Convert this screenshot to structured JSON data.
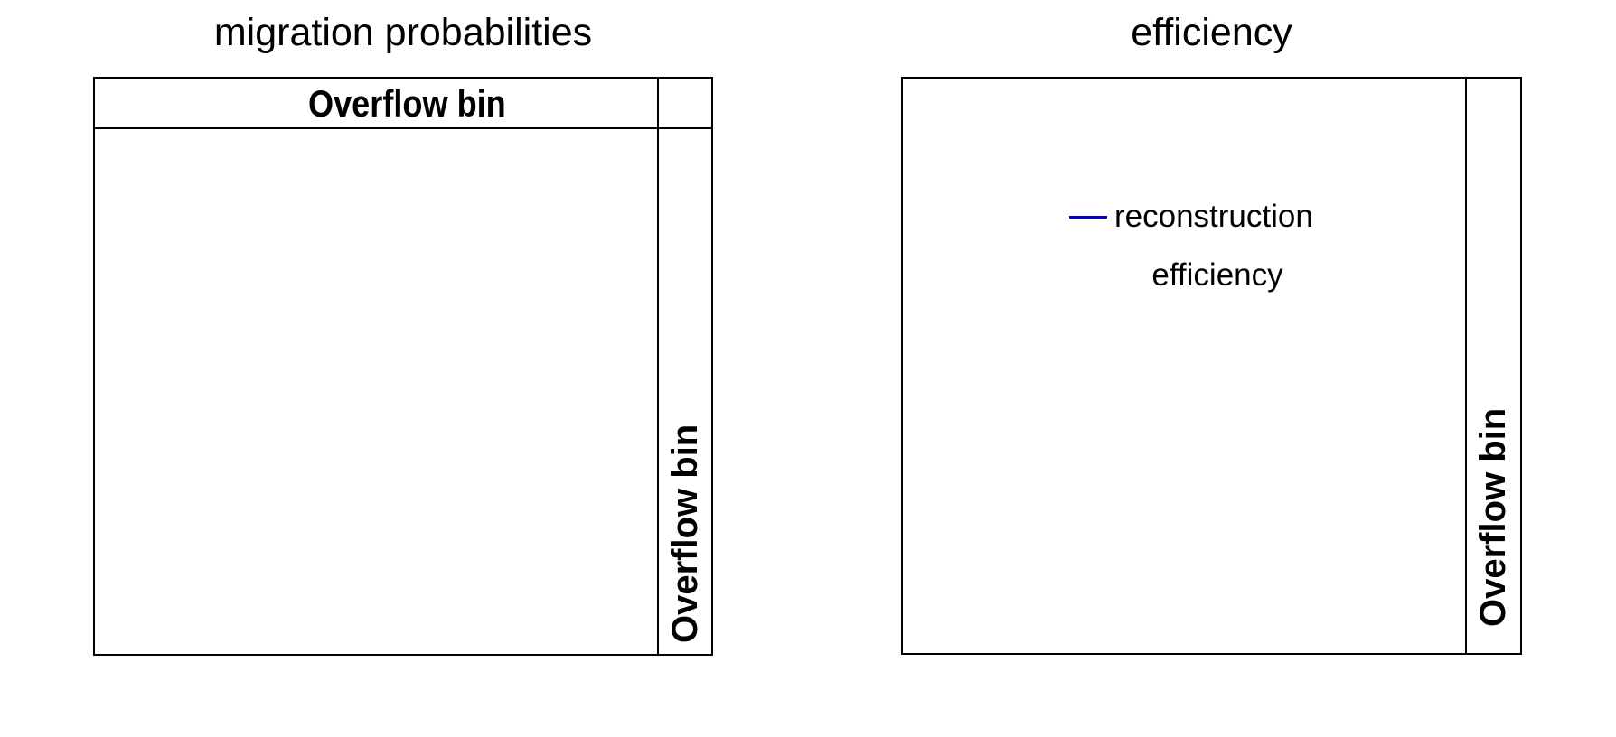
{
  "colors": {
    "background": "#ffffff",
    "foreground": "#000000",
    "legend_line": "#0000CC"
  },
  "left_panel": {
    "title": "migration probabilities",
    "header_cell_label": "Overflow bin",
    "overflow_column_label": "Overflow bin"
  },
  "right_panel": {
    "title": "efficiency",
    "overflow_column_label": "Overflow bin",
    "legend": {
      "entry_line1": "reconstruction",
      "entry_line2": "efficiency",
      "marker_color": "#0000CC"
    }
  },
  "chart_data": [
    {
      "type": "heatmap",
      "title": "migration probabilities",
      "x": [],
      "y": [],
      "values": [],
      "annotations": [
        "Overflow bin (top header cell)",
        "Overflow bin (rotated label in right overflow column)"
      ],
      "layout": {
        "grid": false,
        "overflow_column": true,
        "header_row": true,
        "notes": "empty frame, no data points drawn"
      }
    },
    {
      "type": "line",
      "title": "efficiency",
      "x": [],
      "series": [
        {
          "name": "reconstruction efficiency",
          "color": "#0000CC",
          "values": []
        }
      ],
      "legend_position": "upper center inside frame",
      "annotations": [
        "Overflow bin (rotated label in right overflow column)"
      ],
      "layout": {
        "grid": false,
        "overflow_column": true,
        "header_row": false,
        "notes": "empty frame, only legend drawn"
      }
    }
  ]
}
